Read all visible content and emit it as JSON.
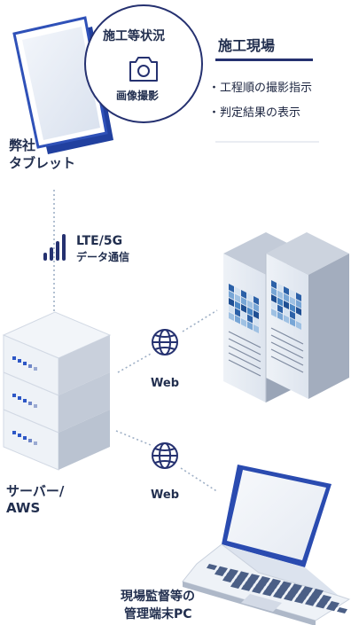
{
  "tablet": {
    "label_line1": "弊社",
    "label_line2": "タブレット"
  },
  "photo_bubble": {
    "top_text": "施工等状況",
    "bottom_text": "画像撮影",
    "icon": "camera-icon"
  },
  "site_panel": {
    "heading": "施工現場",
    "bullets": [
      "・工程順の撮影指示",
      "・判定結果の表示"
    ]
  },
  "network": {
    "title": "LTE/5G",
    "subtitle": "データ通信",
    "icon": "signal-bars-icon"
  },
  "server": {
    "label_line1": "サーバー/",
    "label_line2": "AWS"
  },
  "web_links": [
    {
      "label": "Web",
      "icon": "globe-icon"
    },
    {
      "label": "Web",
      "icon": "globe-icon"
    }
  ],
  "pc": {
    "label_line1": "現場監督等の",
    "label_line2": "管理端末PC"
  },
  "colors": {
    "navy": "#253170",
    "text": "#222f4f",
    "dotted": "#9fb0c6",
    "frame": "#2f51b8"
  }
}
